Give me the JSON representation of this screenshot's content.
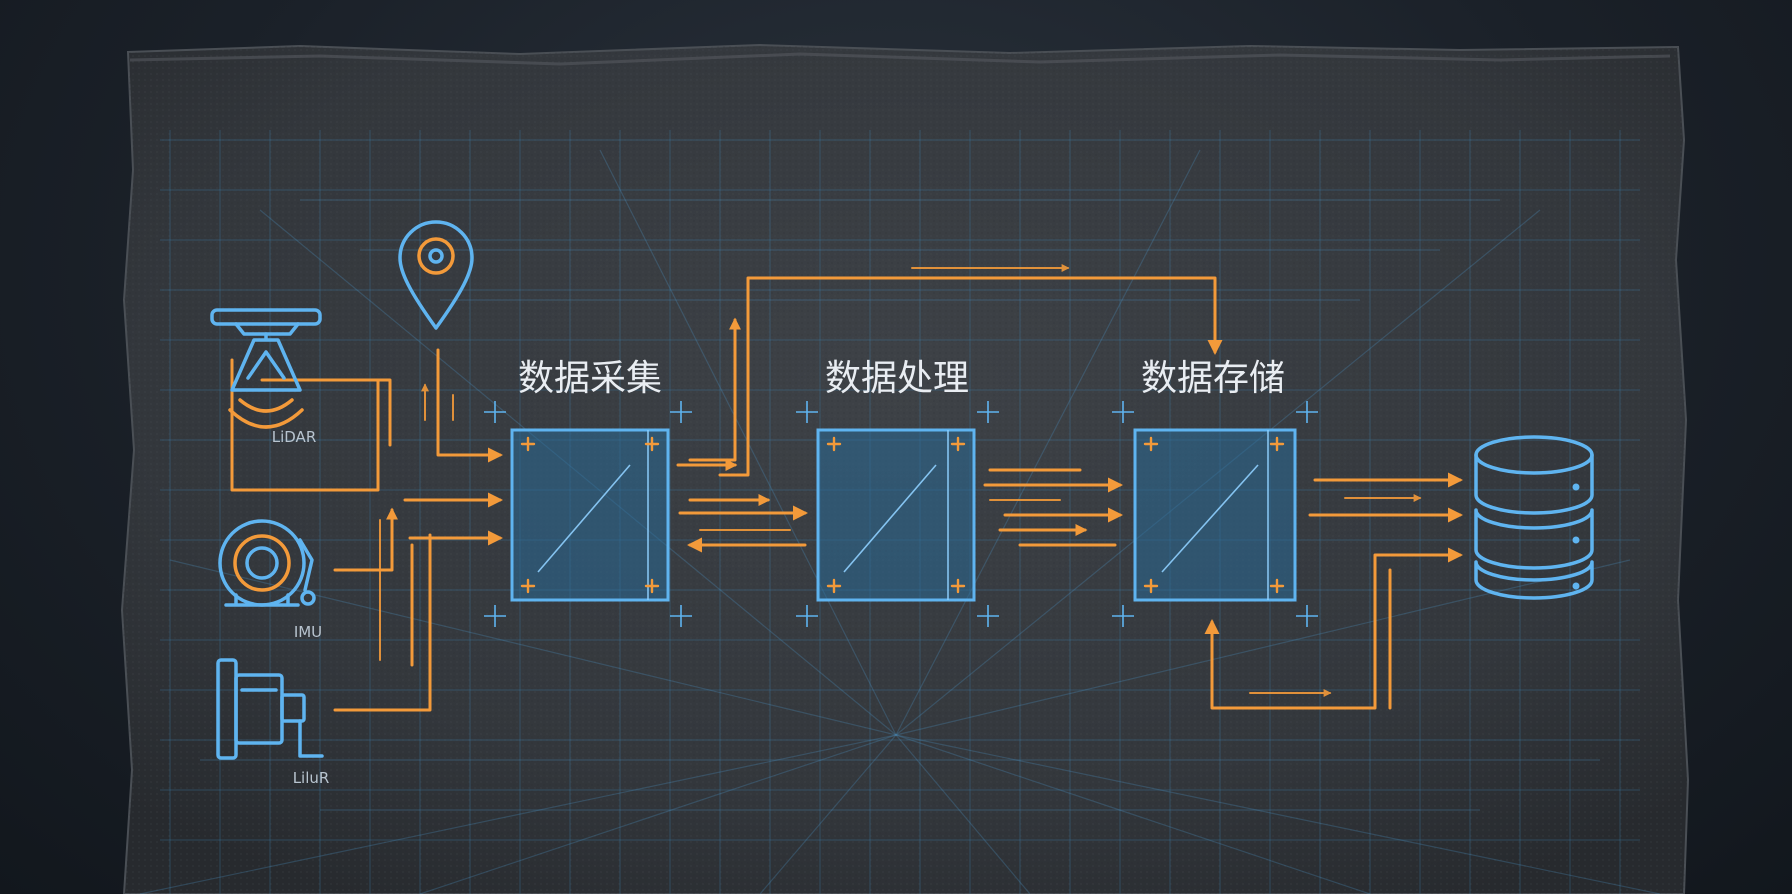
{
  "stages": [
    {
      "label": "数据采集"
    },
    {
      "label": "数据处理"
    },
    {
      "label": "数据存储"
    }
  ],
  "sensors": [
    {
      "label": "LiDAR",
      "icon": "lidar-scanner-icon"
    },
    {
      "label": "",
      "icon": "location-pin-icon"
    },
    {
      "label": "IMU",
      "icon": "imu-sensor-icon"
    },
    {
      "label": "LiluR",
      "icon": "camera-sensor-icon"
    }
  ],
  "storage": {
    "icon": "database-icon"
  },
  "colors": {
    "background": "#1b2129",
    "slate": "#34383d",
    "line_blue": "#5fb4f0",
    "box_fill": "#2a6a96",
    "flow_orange": "#f39a3a",
    "text": "#e9edf2"
  }
}
